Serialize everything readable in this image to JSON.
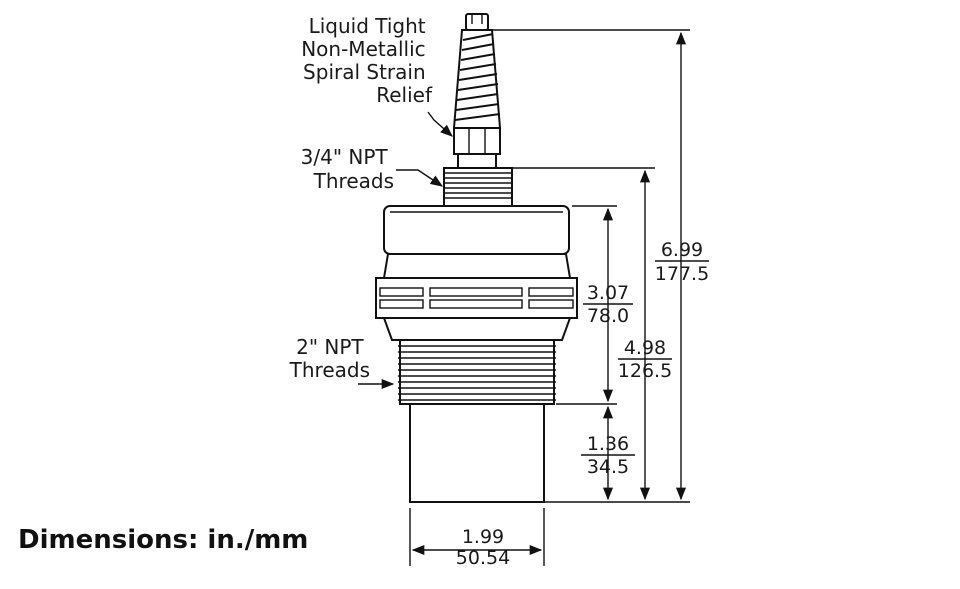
{
  "callouts": {
    "strain_relief": [
      "Liquid Tight",
      "Non-Metallic",
      "Spiral Strain",
      "Relief"
    ],
    "npt_small": [
      "3/4\" NPT",
      "Threads"
    ],
    "npt_large": [
      "2\" NPT",
      "Threads"
    ]
  },
  "dimensions": {
    "overall_height": {
      "in": "6.99",
      "mm": "177.5"
    },
    "body_height": {
      "in": "4.98",
      "mm": "126.5"
    },
    "housing_height": {
      "in": "3.07",
      "mm": "78.0"
    },
    "face_height": {
      "in": "1.36",
      "mm": "34.5"
    },
    "face_width": {
      "in": "1.99",
      "mm": "50.54"
    }
  },
  "caption": "Dimensions: in./mm"
}
